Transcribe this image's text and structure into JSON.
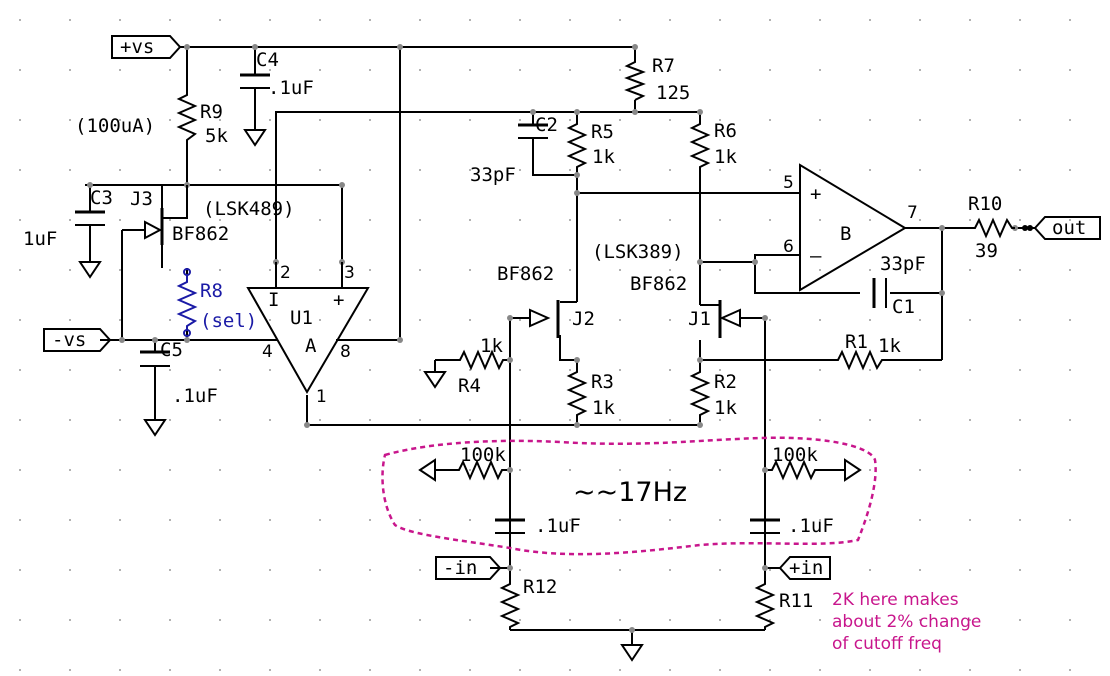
{
  "ports": {
    "vs_pos": "+vs",
    "vs_neg": "-vs",
    "out": "out",
    "in_neg": "-in",
    "in_pos": "+in"
  },
  "components": {
    "r9": {
      "ref": "R9",
      "value": "5k",
      "note": "(100uA)"
    },
    "c4": {
      "ref": "C4",
      "value": ".1uF"
    },
    "c3": {
      "ref": "C3",
      "value": "1uF"
    },
    "j3": {
      "ref": "J3",
      "part": "BF862",
      "package": "(LSK489)"
    },
    "r8": {
      "ref": "R8",
      "value": "(sel)"
    },
    "c5": {
      "ref": "C5",
      "value": ".1uF"
    },
    "u1": {
      "ref": "U1",
      "unit": "A",
      "pin2": "2",
      "pin3": "3",
      "pin4": "4",
      "pin8": "8",
      "pin1": "1",
      "inv": "I",
      "noninv": "+"
    },
    "r7": {
      "ref": "R7",
      "value": "125"
    },
    "c2": {
      "ref": "C2",
      "value": "33pF"
    },
    "r5": {
      "ref": "R5",
      "value": "1k"
    },
    "r6": {
      "ref": "R6",
      "value": "1k"
    },
    "j2": {
      "ref": "J2",
      "part": "BF862"
    },
    "j1": {
      "ref": "J1",
      "part": "BF862",
      "package": "(LSK389)"
    },
    "r4": {
      "ref": "R4",
      "value": "1k"
    },
    "r3": {
      "ref": "R3",
      "value": "1k"
    },
    "r2": {
      "ref": "R2",
      "value": "1k"
    },
    "r1": {
      "ref": "R1",
      "value": "1k"
    },
    "ub": {
      "unit": "B",
      "pin5": "5",
      "pin6": "6",
      "pin7": "7",
      "plus": "+",
      "minus": "–"
    },
    "c1": {
      "ref": "C1",
      "value": "33pF"
    },
    "r10": {
      "ref": "R10",
      "value": "39"
    },
    "hp_left_r": {
      "value": "100k"
    },
    "hp_left_c": {
      "value": ".1uF"
    },
    "hp_right_r": {
      "value": "100k"
    },
    "hp_right_c": {
      "value": ".1uF"
    },
    "r12": {
      "ref": "R12"
    },
    "r11": {
      "ref": "R11"
    }
  },
  "annotations": {
    "cutoff": "~~17Hz",
    "note_lines": [
      "2K here makes",
      "about 2% change",
      "of cutoff freq"
    ]
  },
  "colors": {
    "wire": "#000000",
    "selected": "#1a1aa6",
    "annotation": "#c8168c"
  }
}
